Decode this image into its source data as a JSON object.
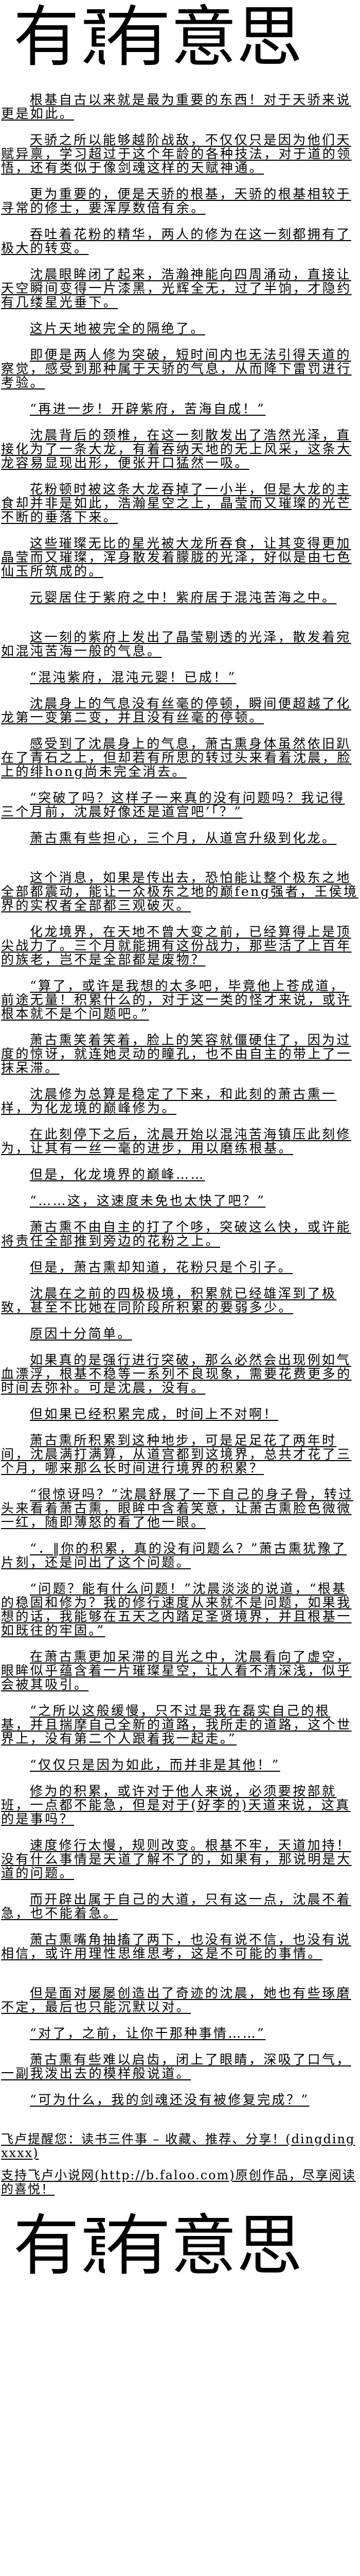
{
  "logo": {
    "text": "有意思",
    "chars": [
      "有",
      "意",
      "有",
      "意",
      "思"
    ]
  },
  "paragraphs": [
    {
      "text": "根基自古以来就是最为重要的东西！对于天骄来说更是如此。"
    },
    {
      "text": "天骄之所以能够越阶战敌，不仅仅只是因为他们天赋异禀，学习超过于这个年龄的各种技法，对于道的领悟，还有类似于像剑魂这样的天赋神通。"
    },
    {
      "text": "更为重要的，便是天骄的根基，天骄的根基相较于寻常的修士，要浑厚数倍有余。"
    },
    {
      "text": "吞吐着花粉的精华，两人的修为在这一刻都拥有了极大的转变。"
    },
    {
      "text": "沈晨眼眸闭了起来，浩瀚神能向四周涌动，直接让天空瞬间变得一片漆黑，光辉全无，过了半饷，才隐约有几缕星光垂下。"
    },
    {
      "text": "这片天地被完全的隔绝了。"
    },
    {
      "text": "即便是两人修为突破，短时间内也无法引得天道的察觉，感受到那种属于天骄的气息，从而降下雷罚进行考验。"
    },
    {
      "text": "“再进一步！开辟紫府，苦海自成！”"
    },
    {
      "text": "沈晨背后的颈椎，在这一刻散发出了浩然光泽，直接化为了一条大龙，有着吞纳天地的无上风采，这条大龙容易显现出形，便张开口猛然一吸。"
    },
    {
      "text": "花粉顿时被这条大龙吞掉了一小半，但是大龙的主食却并非是如此，浩瀚星空之上，晶莹而又璀璨的光芒不断的垂落下来。"
    },
    {
      "text": "这些璀璨无比的星光被大龙所吞食，让其变得更加晶莹而又璀璨，浑身散发着朦胧的光泽，好似是由七色仙玉所筑成的。"
    },
    {
      "text": "元婴居住于紫府之中！紫府居于混沌苦海之中。"
    },
    {
      "text": "这一刻的紫府上发出了晶莹剔透的光泽，散发着宛如混沌苦海一般的气息。"
    },
    {
      "text": "“混沌紫府，混沌元婴！已成！”"
    },
    {
      "text": "沈晨身上的气息没有丝毫的停顿，瞬间便超越了化龙第一变第二变，并且没有丝毫的停顿。"
    },
    {
      "text": "感受到了沈晨身上的气息，萧古熏身体虽然依旧趴在了青石之上，但却若有所思的转过头来看着沈晨，脸上的绯hong尚未完全消去。"
    },
    {
      "text": "“突破了吗？这样子一来真的没有问题吗？我记得三个月前，沈晨好像还是道宫吧’「？”"
    },
    {
      "text": "萧古熏有些担心，三个月，从道宫升级到化龙。"
    },
    {
      "text": "这个消息，如果是传出去，恐怕能让整个极东之地全部都震动，能让一众极东之地的巅feng强者，王侯境界的实权者全部都三观破灭。"
    },
    {
      "text": "化龙境界，在天地不曾大变之前，已经算得上是顶尖战力了。三个月就能拥有这份战力，那些活了上百年的族老，岂不是全部都是废物？"
    },
    {
      "text": "“算了，或许是我想的太多吧，毕竟他上苍成道，前途无量！积累什么的，对于这一类的怪才来说，或许根本就不是个问题吧。”"
    },
    {
      "text": "萧古熏笑着笑着，脸上的笑容就僵硬住了，因为过度的惊讶，就连她灵动的瞳孔，也不由自主的带上了一抹呆滞。"
    },
    {
      "text": "沈晨修为总算是稳定了下来，和此刻的萧古熏一样，为化龙境的巅峰修为。"
    },
    {
      "text": "在此刻停下之后，沈晨开始以混沌苦海镇压此刻修为，让其有一丝一毫的进步，用以磨练根基。"
    },
    {
      "text": "但是，化龙境界的巅峰……"
    },
    {
      "text": "“……这，这速度未免也太快了吧？”"
    },
    {
      "text": "萧古熏不由自主的打了个哆，突破这么快，或许能将责任全部推到旁边的花粉之上。"
    },
    {
      "text": "但是，萧古熏却知道，花粉只是个引子。"
    },
    {
      "text": "沈晨在之前的四极极境，积累就已经雄浑到了极致，甚至不比她在同阶段所积累的要弱多少。"
    },
    {
      "text": "原因十分简单。"
    },
    {
      "text": "如果真的是强行进行突破，那么必然会出现例如气血漂浮，根基不稳等一系列不良现象，需要花费更多的时间去弥补。可是沈晨，没有。"
    },
    {
      "text": "但如果已经积累完成，时间上不对啊！"
    },
    {
      "text": "萧古熏所积累到这种地步，可是足足花了两年时间，沈晨满打满算，从道宫都到这境界，总共才花了三个月，哪来那么长时间进行境界的积累？"
    },
    {
      "text": "“很惊讶吗？”沈晨舒展了一下自己的身子骨，转过头来看着萧古熏，眼眸中含着笑意，让萧古熏脸色微微一红，随即薄怒的看了他一眼。"
    },
    {
      "text": "“．‖你的积累，真的没有问题么？”萧古熏犹豫了片刻，还是问出了这个问题。"
    },
    {
      "text": "“问题？能有什么问题！”沈晨淡淡的说道，“根基的稳固和修为？我的修行速度从来就不是问题，如果我想的话，我能够在五天之内踏足圣贤境界，并且根基一如既往的牢固。”"
    },
    {
      "text": "在萧古熏更加呆滞的目光之中，沈晨看向了虚空，眼眸似乎蕴含着一片璀璨星空，让人看不清深浅，似乎会被其吸引。"
    },
    {
      "text": "“之所以这般缓慢，只不过是我在磊实自己的根基，并且揣摩自己全新的道路，我所走的道路，这个世界上，没有第二个人跟着我一起走。”"
    },
    {
      "text": "“仅仅只是因为如此，而并非是其他！”"
    },
    {
      "text": "修为的积累，或许对于他人来说，必须要按部就班，一点都不能急，但是对于(好李的)天道来说，这真的是事吗？"
    },
    {
      "text": "速度修行太慢，规则改变。根基不牢，天道加持！没有什么事情是天道了解不了的，如果有，那说明是大道的问题。"
    },
    {
      "text": "而开辟出属于自己的大道，只有这一点，沈晨不着急，也不能着急。"
    },
    {
      "text": "萧古熏嘴角抽搐了两下，也没有说不信，也没有说相信，或许用理性思维思考，这是不可能的事情。"
    },
    {
      "text": "但是面对屡屡创造出了奇迹的沈晨，她也有些琢磨不定，最后也只能沉默以对。"
    },
    {
      "text": "“对了，之前，让你干那种事情……”"
    },
    {
      "text": "萧古熏有些难以启齿，闭上了眼睛，深吸了口气，一副我泼出去的模样般说道。"
    },
    {
      "text": "“可为什么，我的剑魂还没有被修复完成？”"
    }
  ],
  "footer": {
    "reminder": "飞卢提醒您：读书三件事 – 收藏、推荐、分享！(dingdingxxxx)",
    "support": "支持飞卢小说网(http://b.faloo.com)原创作品，尽享阅读的喜悦！"
  }
}
